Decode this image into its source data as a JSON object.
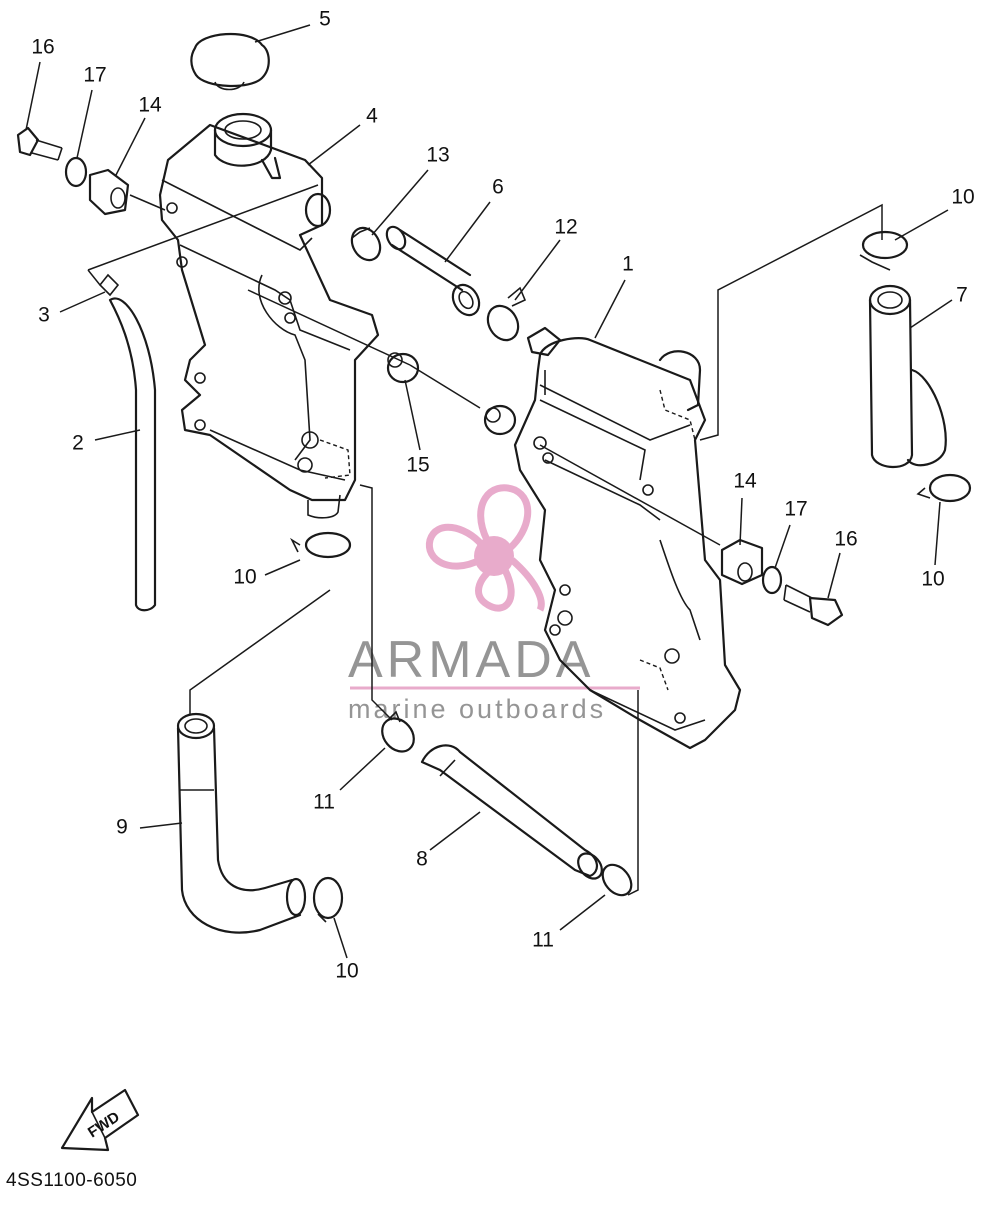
{
  "diagram_code": "4SS1100-6050",
  "fwd_label": "FWD",
  "watermark": {
    "name": "ARMADA",
    "tagline": "marine outboards",
    "logo_color": "#e6a2c6",
    "text_color": "#8a8a8a"
  },
  "callouts": [
    {
      "id": "c16a",
      "text": "16"
    },
    {
      "id": "c17a",
      "text": "17"
    },
    {
      "id": "c14a",
      "text": "14"
    },
    {
      "id": "c5",
      "text": "5"
    },
    {
      "id": "c4",
      "text": "4"
    },
    {
      "id": "c13",
      "text": "13"
    },
    {
      "id": "c6",
      "text": "6"
    },
    {
      "id": "c12",
      "text": "12"
    },
    {
      "id": "c1",
      "text": "1"
    },
    {
      "id": "c10a",
      "text": "10"
    },
    {
      "id": "c7",
      "text": "7"
    },
    {
      "id": "c3",
      "text": "3"
    },
    {
      "id": "c2",
      "text": "2"
    },
    {
      "id": "c15",
      "text": "15"
    },
    {
      "id": "c14b",
      "text": "14"
    },
    {
      "id": "c17b",
      "text": "17"
    },
    {
      "id": "c16b",
      "text": "16"
    },
    {
      "id": "c10b",
      "text": "10"
    },
    {
      "id": "c10c",
      "text": "10"
    },
    {
      "id": "c11a",
      "text": "11"
    },
    {
      "id": "c9",
      "text": "9"
    },
    {
      "id": "c8",
      "text": "8"
    },
    {
      "id": "c11b",
      "text": "11"
    },
    {
      "id": "c10d",
      "text": "10"
    }
  ]
}
